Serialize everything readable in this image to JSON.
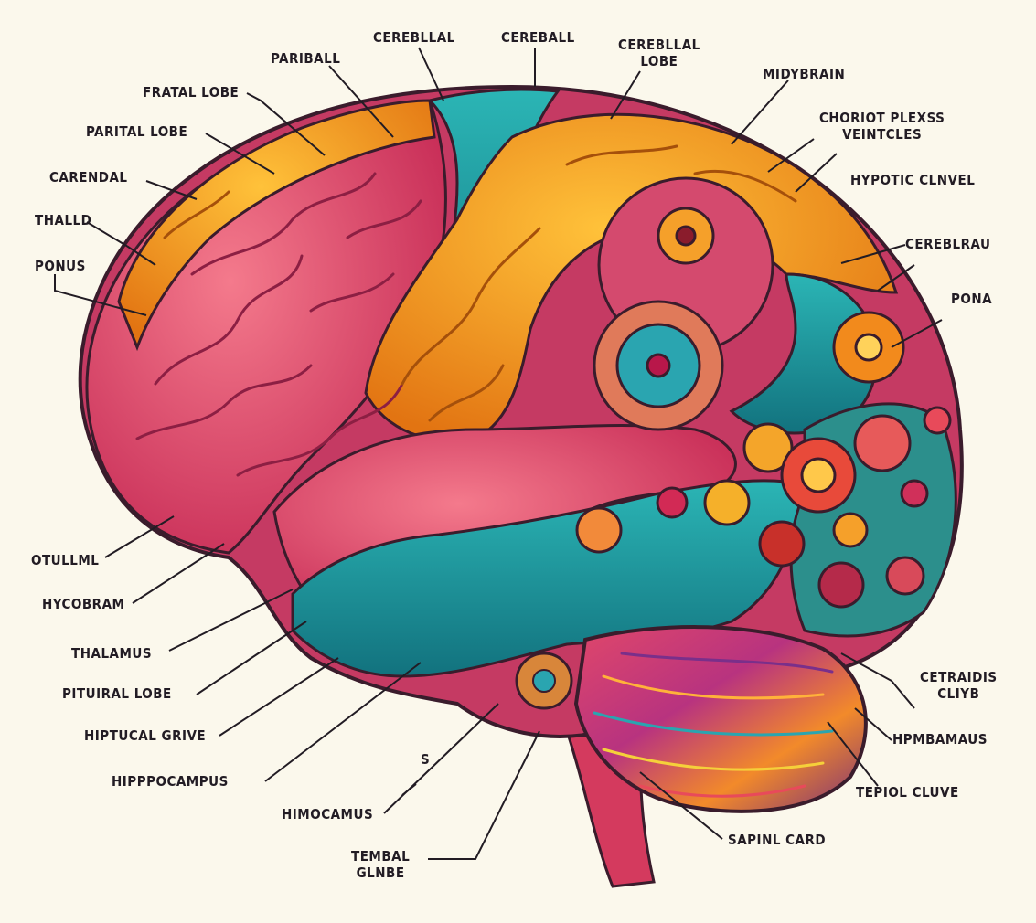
{
  "labels": {
    "cerebllal": "CEREBLLAL",
    "cereball": "CEREBALL",
    "cerebllal_lobe": "CEREBLLAL\nLOBE",
    "pariball": "PARIBALL",
    "midybrain": "MIDYBRAIN",
    "fratal_lobe": "FRATAL LOBE",
    "parital_lobe": "PARITAL LOBE",
    "choriot_plexss": "CHORIOT PLEXSS\nVEINTCLES",
    "carendal": "CARENDAL",
    "hypotic_clnvel": "HYPOTIC CLNVEL",
    "thalld": "THALLD",
    "cereblrau": "CEREBLRAU",
    "ponus": "PONUS",
    "pona": "PONA",
    "otullml": "OTULLML",
    "hycobram": "HYCOBRAM",
    "thalamus": "THALAMUS",
    "pituiral_lobe": "PITUIRAL LOBE",
    "cetraidis_cliyb": "CETRAIDIS\nCLIYB",
    "hiptucal_grive": "HIPTUCAL GRIVE",
    "hpmbamaus": "HPMBAMAUS",
    "s_mark": "S",
    "hipppocampus": "HIPPPOCAMPUS",
    "tepiol_cluve": "TEPIOL CLUVE",
    "himocamus": "HIMOCAMUS",
    "sapinl_card": "SAPINL CARD",
    "tembal_glnbe": "TEMBAL\nGLNBE"
  },
  "colors": {
    "background": "#fbf8ec",
    "pink_lobe": "#e8466f",
    "orange_lobe": "#f29a1f",
    "teal_lobe": "#1f9ea5",
    "cerebellum_red": "#c43a4a",
    "outline": "#3a1c2c"
  }
}
